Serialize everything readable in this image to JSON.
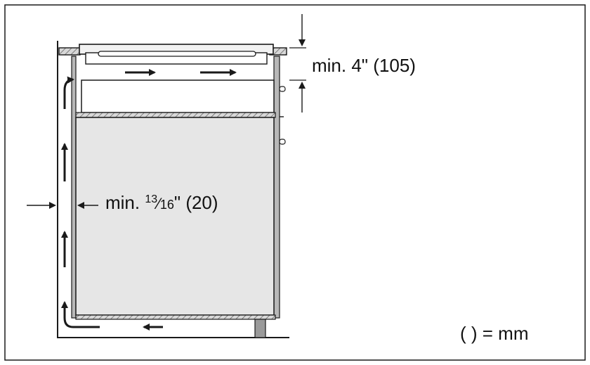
{
  "labels": {
    "top_gap": "min. 4\" (105)",
    "side_gap_prefix": "min. ",
    "side_gap_numerator": "13",
    "side_gap_slash": "⁄",
    "side_gap_denominator": "16",
    "side_gap_suffix": "\" (20)",
    "units_note": "( ) = mm"
  },
  "colors": {
    "line": "#1a1a1a",
    "cabinet_fill": "#e6e6e6",
    "frame_fill": "#b8b8b8",
    "hatch": "#5a5a5a",
    "leg_fill": "#9a9a9a"
  }
}
